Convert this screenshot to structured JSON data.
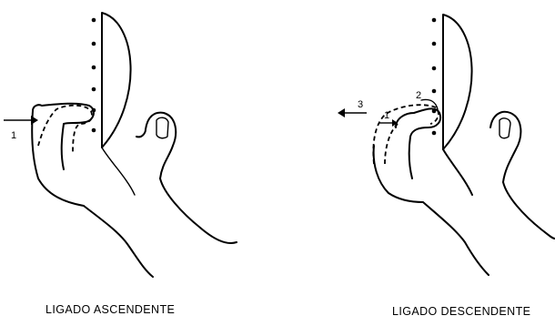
{
  "figures": [
    {
      "caption": "LIGADO ASCENDENTE",
      "labels": [
        "1"
      ]
    },
    {
      "caption": "LIGADO DESCENDENTE",
      "labels": [
        "1",
        "2",
        "3"
      ]
    }
  ]
}
